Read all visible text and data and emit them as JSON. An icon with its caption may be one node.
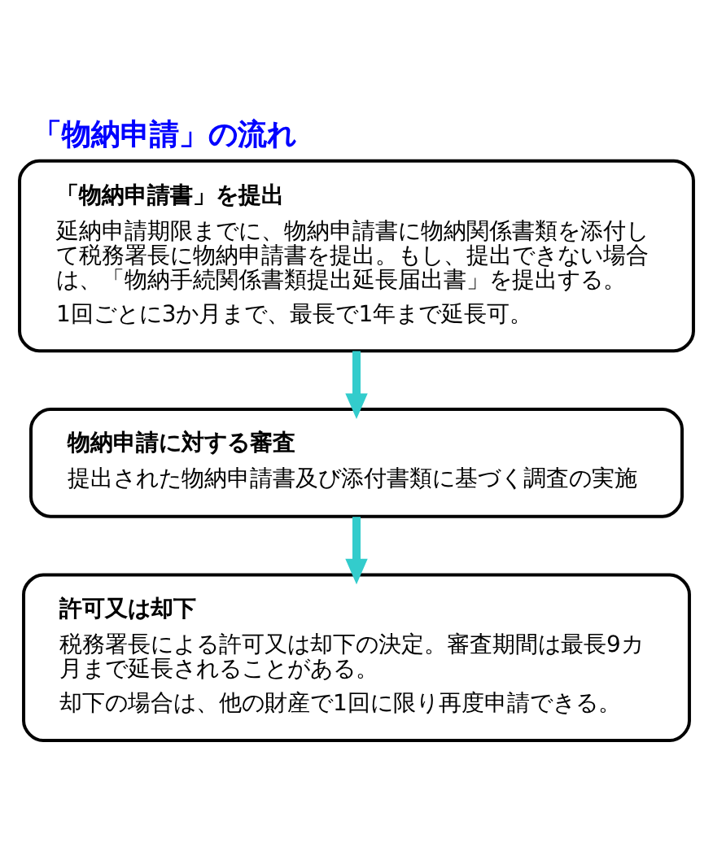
{
  "diagram": {
    "title": "「物納申請」の流れ",
    "nodes": [
      {
        "text": [
          "「物納申請書」を提出",
          "延納申請期限までに、物納申請書に物納関係書類を添付して税務署長に物納申請書を提出。もし、提出できない場合は、「物納手続関係書類提出延長届出書」を提出する。",
          "1回ごとに3か月まで、最長で1年まで延長可。"
        ]
      },
      {
        "text": [
          "物納申請に対する審査",
          "提出された物納申請書及び添付書類に基づく調査の実施"
        ]
      },
      {
        "text": [
          "許可又は却下",
          "税務署長による許可又は却下の決定。審査期間は最長9カ月まで延長されることがある。",
          "却下の場合は、他の財産で1回に限り再度申請できる。"
        ]
      }
    ],
    "edges": [
      {
        "from": 0,
        "to": 1,
        "arrow": "to"
      },
      {
        "from": 1,
        "to": 2,
        "arrow": "to"
      }
    ]
  }
}
